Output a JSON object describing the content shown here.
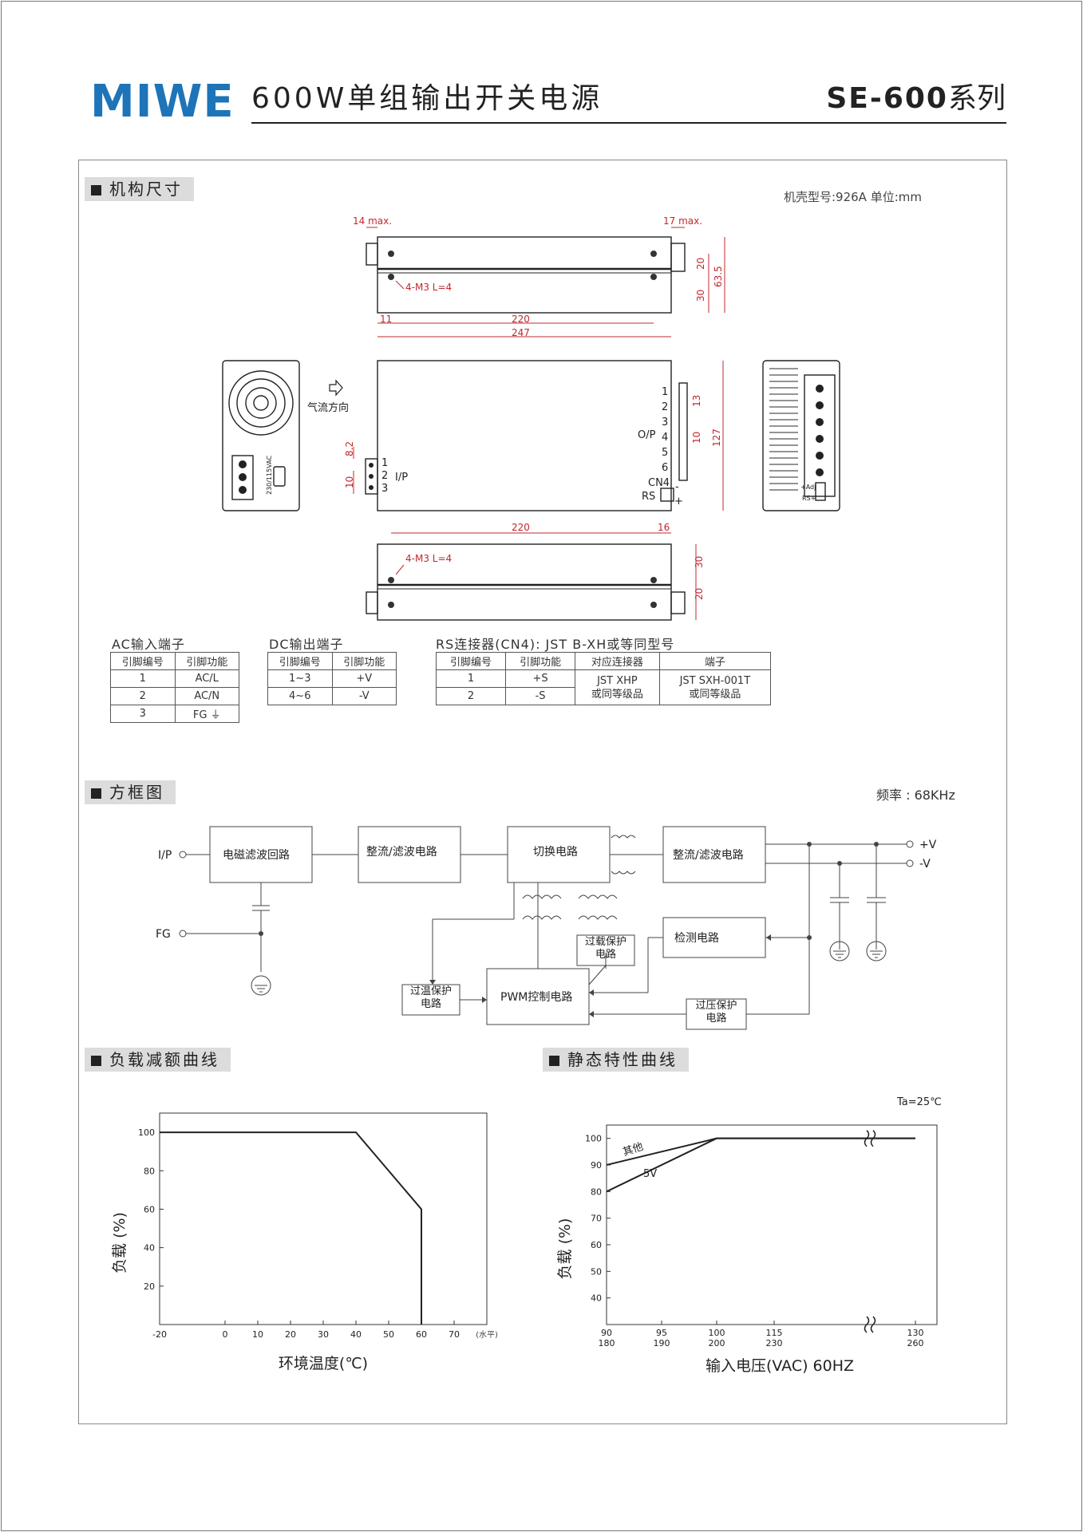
{
  "header": {
    "logo": "MIWE",
    "title": "600W单组输出开关电源",
    "series_bold": "SE-600",
    "series_suffix": "系列"
  },
  "mechanical": {
    "section_title": "机构尺寸",
    "case_note": "机壳型号:926A    单位:mm",
    "dims": {
      "top_left_max": "14 max.",
      "top_right_max": "17 max.",
      "screw_label": "4-M3 L=4",
      "d11": "11",
      "d220": "220",
      "d247": "247",
      "d20": "20",
      "d30": "30",
      "d63_5": "63.5",
      "d8_2": "8.2",
      "d10": "10",
      "d127": "127",
      "d16": "16",
      "d10b": "10",
      "d13": "13"
    },
    "labels": {
      "airflow": "气流方向",
      "ip": "I/P",
      "op": "O/P",
      "cn4": "CN4",
      "rs": "RS",
      "ac_rating": "230/115VAC",
      "adj": "+Adj",
      "rs_pin": "RS+"
    },
    "ip_pins": [
      "1",
      "2",
      "3"
    ],
    "op_pins": [
      "1",
      "2",
      "3",
      "4",
      "5",
      "6"
    ]
  },
  "tables": {
    "ac": {
      "caption": "AC输入端子",
      "headers": [
        "引脚编号",
        "引脚功能"
      ],
      "rows": [
        [
          "1",
          "AC/L"
        ],
        [
          "2",
          "AC/N"
        ],
        [
          "3",
          "FG ⏚"
        ]
      ]
    },
    "dc": {
      "caption": "DC输出端子",
      "headers": [
        "引脚编号",
        "引脚功能"
      ],
      "rows": [
        [
          "1~3",
          "+V"
        ],
        [
          "4~6",
          "-V"
        ]
      ]
    },
    "rs": {
      "caption": "RS连接器(CN4): JST B-XH或等同型号",
      "headers": [
        "引脚编号",
        "引脚功能",
        "对应连接器",
        "端子"
      ],
      "rows": [
        [
          "1",
          "+S"
        ],
        [
          "2",
          "-S"
        ]
      ],
      "connector": "JST XHP\n或同等级品",
      "terminal": "JST SXH-001T\n或同等级品"
    }
  },
  "block": {
    "section_title": "方框图",
    "freq": "频率 : 68KHz",
    "ip": "I/P",
    "fg": "FG",
    "out_pos": "+V",
    "out_neg": "-V",
    "emi": "电磁滤波回路",
    "rect1": "整流/滤波电路",
    "switch": "切换电路",
    "rect2": "整流/滤波电路",
    "detect": "检测电路",
    "olp": "过载保护电路",
    "otp": "过温保护电路",
    "pwm": "PWM控制电路",
    "ovp": "过压保护电路"
  },
  "derating": {
    "section_title": "负载减额曲线",
    "ylabel": "负载 (%)",
    "xlabel": "环境温度(℃)",
    "x_unit": "(水平)"
  },
  "static": {
    "section_title": "静态特性曲线",
    "ylabel": "负载 (%)",
    "xlabel": "输入电压(VAC) 60HZ",
    "ta": "Ta=25℃",
    "label_other": "其他",
    "label_5v": "5V"
  },
  "chart_data": [
    {
      "type": "line",
      "title": "负载减额曲线",
      "xlabel": "环境温度(℃)",
      "ylabel": "负载 (%)",
      "x_ticks": [
        "-20",
        "0",
        "10",
        "20",
        "30",
        "40",
        "50",
        "60",
        "70"
      ],
      "y_ticks": [
        "20",
        "40",
        "60",
        "80",
        "100"
      ],
      "xlim": [
        -20,
        80
      ],
      "ylim": [
        0,
        110
      ],
      "series": [
        {
          "x": [
            -20,
            40,
            60,
            60
          ],
          "y": [
            100,
            100,
            60,
            0
          ]
        }
      ]
    },
    {
      "type": "line",
      "title": "静态特性曲线",
      "xlabel": "输入电压(VAC) 60HZ",
      "ylabel": "负载 (%)",
      "x_ticks_top": [
        "90",
        "95",
        "100",
        "115",
        "130"
      ],
      "x_ticks_bottom": [
        "180",
        "190",
        "200",
        "230",
        "260"
      ],
      "y_ticks": [
        "40",
        "50",
        "60",
        "70",
        "80",
        "90",
        "100"
      ],
      "ylim": [
        30,
        105
      ],
      "series": [
        {
          "name": "其他",
          "x": [
            90,
            100,
            130
          ],
          "y": [
            90,
            100,
            100
          ]
        },
        {
          "name": "5V",
          "x": [
            90,
            100,
            130
          ],
          "y": [
            80,
            100,
            100
          ]
        }
      ]
    }
  ]
}
